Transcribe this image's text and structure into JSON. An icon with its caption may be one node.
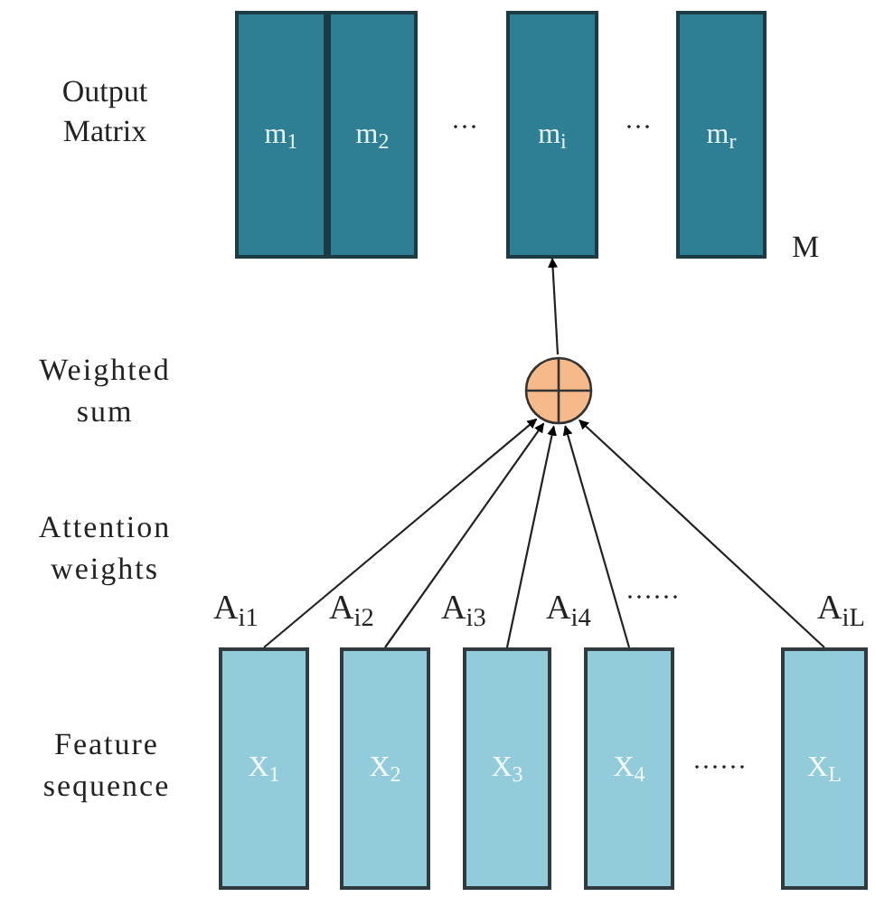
{
  "diagram": {
    "nodes": [
      {
        "text": [
          "m$_{1}$"
        ]
      },
      {
        "text": [
          "m$_{2}$"
        ]
      },
      {
        "text": [
          "m$_{i}$"
        ]
      },
      {
        "text": [
          "m$_{r}$"
        ]
      },
      {
        "text": [],
        "shape": "circle"
      },
      {
        "text": [
          "X$_{1}$"
        ]
      },
      {
        "text": [
          "X$_{2}$"
        ]
      },
      {
        "text": [
          "X$_{3}$"
        ]
      },
      {
        "text": [
          "X$_{4}$"
        ]
      },
      {
        "text": [
          "X$_{L}$"
        ]
      }
    ],
    "edges": [
      {
        "from": 5,
        "to": 4,
        "arrow": "to",
        "label": "A$_{i1}$"
      },
      {
        "from": 6,
        "to": 4,
        "arrow": "to",
        "label": "A$_{i2}$"
      },
      {
        "from": 7,
        "to": 4,
        "arrow": "to",
        "label": "A$_{i3}$"
      },
      {
        "from": 8,
        "to": 4,
        "arrow": "to",
        "label": "A$_{i4}$"
      },
      {
        "from": 9,
        "to": 4,
        "arrow": "to",
        "label": "A$_{iL}$"
      },
      {
        "from": 4,
        "to": 2,
        "arrow": "to"
      }
    ],
    "labels": [
      "Output Matrix",
      "···",
      "···",
      "M",
      "Weighted sum",
      "Attention weights",
      "······",
      "Feature sequence",
      "······"
    ]
  }
}
